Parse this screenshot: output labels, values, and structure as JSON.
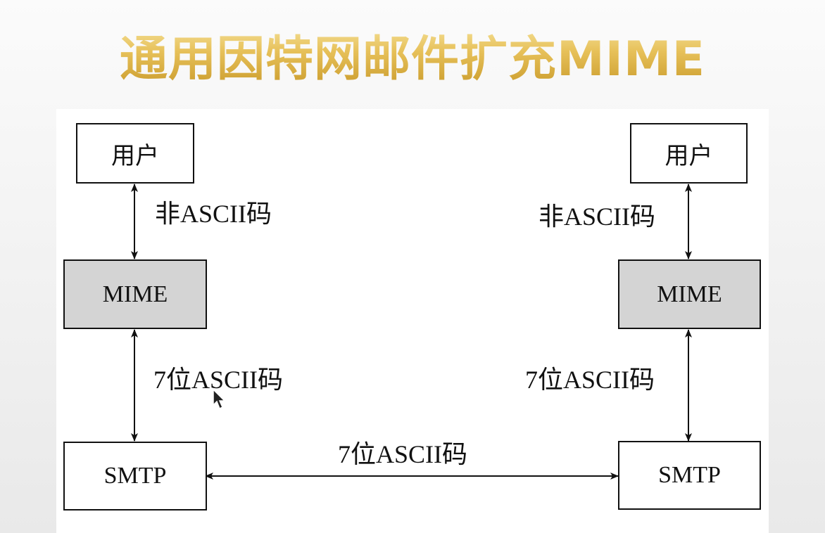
{
  "title": "通用因特网邮件扩充MIME",
  "left": {
    "user": "用户",
    "mime": "MIME",
    "smtp": "SMTP",
    "upper_label": "非ASCII码",
    "lower_label": "7位ASCII码"
  },
  "right": {
    "user": "用户",
    "mime": "MIME",
    "smtp": "SMTP",
    "upper_label": "非ASCII码",
    "lower_label": "7位ASCII码"
  },
  "link_label": "7位ASCII码",
  "colors": {
    "title_gold": "#e2bf55",
    "mime_fill": "#d4d4d4",
    "line": "#111111"
  }
}
